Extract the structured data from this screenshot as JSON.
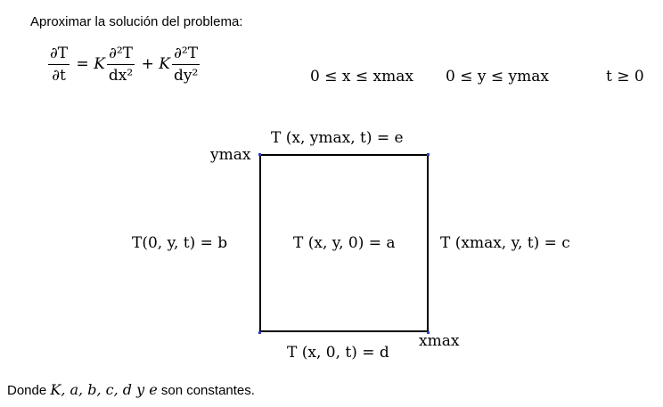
{
  "intro": "Aproximar la solución del problema:",
  "pde": {
    "lhs_num": "∂T",
    "lhs_den": "∂t",
    "eq": "=",
    "coef1": "K",
    "term1_num": "∂²T",
    "term1_den": "dx²",
    "plus": "+",
    "coef2": "K",
    "term2_num": "∂²T",
    "term2_den": "dy²",
    "domain_x": "0 ≤ x ≤ xmax",
    "domain_y": "0 ≤ y ≤ ymax",
    "domain_t": "t ≥ 0"
  },
  "diagram": {
    "top_label": "T (x, ymax, t) = e",
    "left_corner_label": "ymax",
    "left_label": "T(0, y, t) = b",
    "center_label": "T (x, y, 0) = a",
    "right_label": "T (xmax, y, t) = c",
    "bottom_label": "T (x, 0, t) = d",
    "right_corner_label": "xmax"
  },
  "footer": {
    "prefix": "Donde",
    "constants": "K, a, b, c, d y e",
    "suffix": "son constantes."
  }
}
